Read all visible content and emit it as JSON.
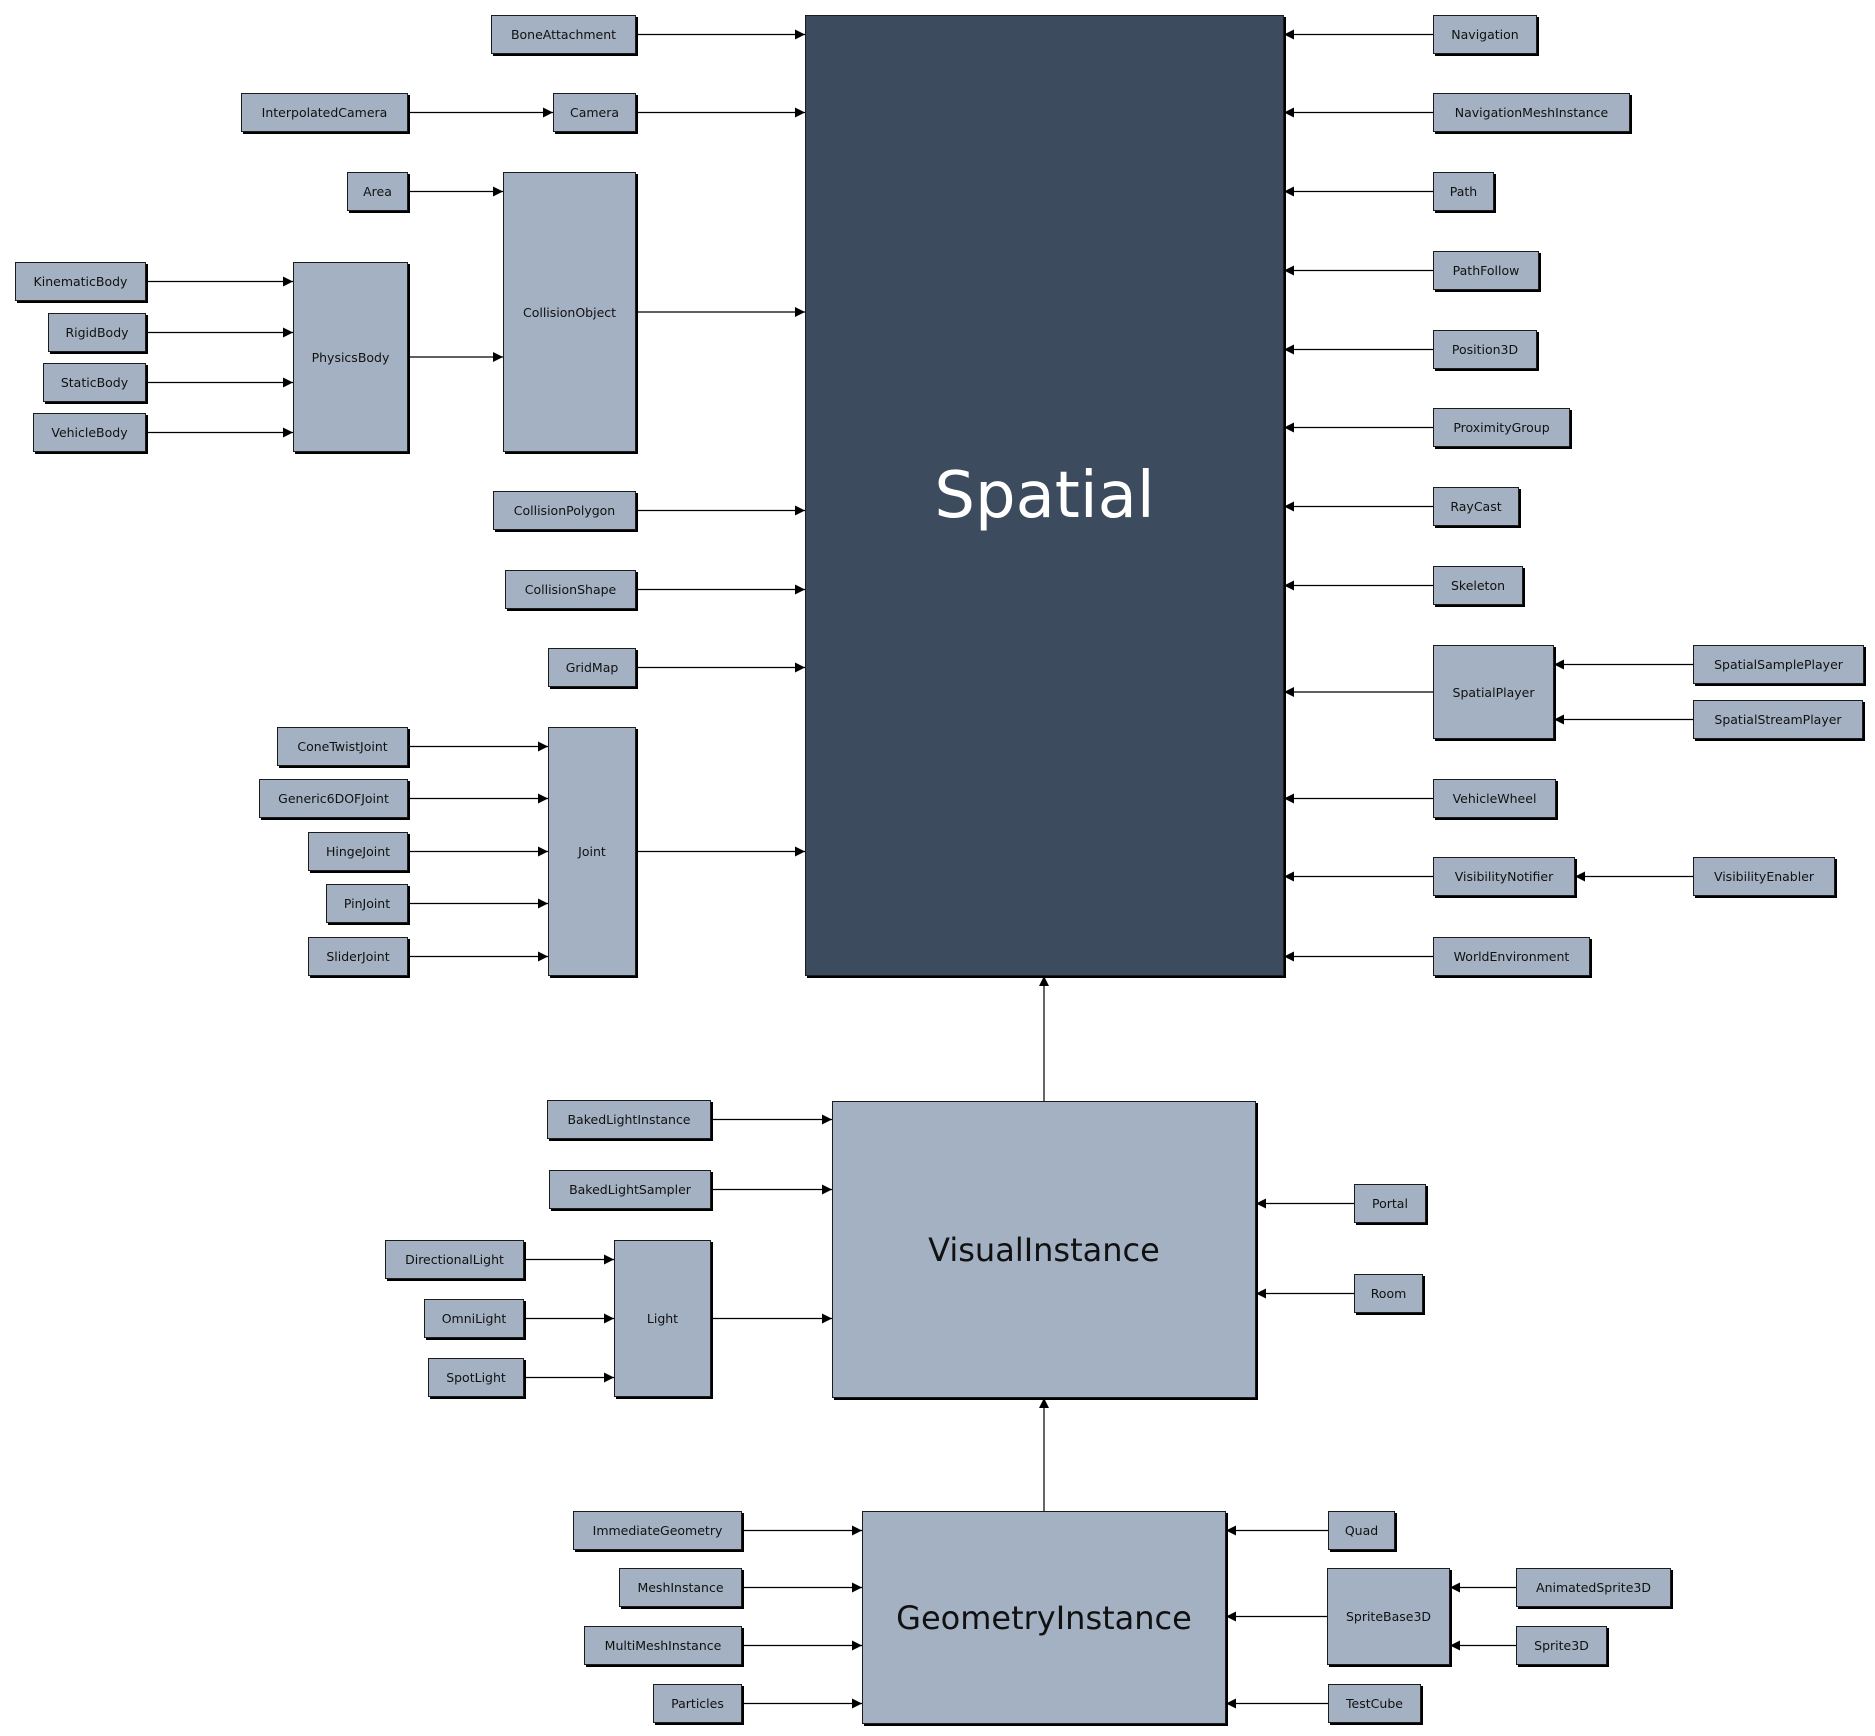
{
  "diagram": {
    "colors": {
      "node_fill": "#a3b1c2",
      "root_fill": "#3c4b5e",
      "border": "#1c1c1c",
      "edge": "#000000"
    },
    "nodes": {
      "spatial": "Spatial",
      "visual_instance": "VisualInstance",
      "geometry_instance": "GeometryInstance",
      "bone_attachment": "BoneAttachment",
      "interpolated_camera": "InterpolatedCamera",
      "camera": "Camera",
      "area": "Area",
      "collision_object": "CollisionObject",
      "kinematic_body": "KinematicBody",
      "rigid_body": "RigidBody",
      "static_body": "StaticBody",
      "vehicle_body": "VehicleBody",
      "physics_body": "PhysicsBody",
      "collision_polygon": "CollisionPolygon",
      "collision_shape": "CollisionShape",
      "grid_map": "GridMap",
      "cone_twist_joint": "ConeTwistJoint",
      "generic6dof_joint": "Generic6DOFJoint",
      "hinge_joint": "HingeJoint",
      "pin_joint": "PinJoint",
      "slider_joint": "SliderJoint",
      "joint": "Joint",
      "navigation": "Navigation",
      "navigation_mesh_instance": "NavigationMeshInstance",
      "path": "Path",
      "path_follow": "PathFollow",
      "position3d": "Position3D",
      "proximity_group": "ProximityGroup",
      "ray_cast": "RayCast",
      "skeleton": "Skeleton",
      "spatial_player": "SpatialPlayer",
      "spatial_sample_player": "SpatialSamplePlayer",
      "spatial_stream_player": "SpatialStreamPlayer",
      "vehicle_wheel": "VehicleWheel",
      "visibility_notifier": "VisibilityNotifier",
      "visibility_enabler": "VisibilityEnabler",
      "world_environment": "WorldEnvironment",
      "baked_light_instance": "BakedLightInstance",
      "baked_light_sampler": "BakedLightSampler",
      "directional_light": "DirectionalLight",
      "omni_light": "OmniLight",
      "spot_light": "SpotLight",
      "light": "Light",
      "portal": "Portal",
      "room": "Room",
      "immediate_geometry": "ImmediateGeometry",
      "mesh_instance": "MeshInstance",
      "multi_mesh_instance": "MultiMeshInstance",
      "particles": "Particles",
      "quad": "Quad",
      "sprite_base3d": "SpriteBase3D",
      "animated_sprite3d": "AnimatedSprite3D",
      "sprite3d": "Sprite3D",
      "test_cube": "TestCube"
    },
    "edges": [
      [
        "bone_attachment",
        "spatial"
      ],
      [
        "camera",
        "spatial"
      ],
      [
        "interpolated_camera",
        "camera"
      ],
      [
        "collision_object",
        "spatial"
      ],
      [
        "area",
        "collision_object"
      ],
      [
        "physics_body",
        "collision_object"
      ],
      [
        "kinematic_body",
        "physics_body"
      ],
      [
        "rigid_body",
        "physics_body"
      ],
      [
        "static_body",
        "physics_body"
      ],
      [
        "vehicle_body",
        "physics_body"
      ],
      [
        "collision_polygon",
        "spatial"
      ],
      [
        "collision_shape",
        "spatial"
      ],
      [
        "grid_map",
        "spatial"
      ],
      [
        "joint",
        "spatial"
      ],
      [
        "cone_twist_joint",
        "joint"
      ],
      [
        "generic6dof_joint",
        "joint"
      ],
      [
        "hinge_joint",
        "joint"
      ],
      [
        "pin_joint",
        "joint"
      ],
      [
        "slider_joint",
        "joint"
      ],
      [
        "navigation",
        "spatial"
      ],
      [
        "navigation_mesh_instance",
        "spatial"
      ],
      [
        "path",
        "spatial"
      ],
      [
        "path_follow",
        "spatial"
      ],
      [
        "position3d",
        "spatial"
      ],
      [
        "proximity_group",
        "spatial"
      ],
      [
        "ray_cast",
        "spatial"
      ],
      [
        "skeleton",
        "spatial"
      ],
      [
        "spatial_player",
        "spatial"
      ],
      [
        "spatial_sample_player",
        "spatial_player"
      ],
      [
        "spatial_stream_player",
        "spatial_player"
      ],
      [
        "vehicle_wheel",
        "spatial"
      ],
      [
        "visibility_notifier",
        "spatial"
      ],
      [
        "visibility_enabler",
        "visibility_notifier"
      ],
      [
        "world_environment",
        "spatial"
      ],
      [
        "visual_instance",
        "spatial"
      ],
      [
        "baked_light_instance",
        "visual_instance"
      ],
      [
        "baked_light_sampler",
        "visual_instance"
      ],
      [
        "light",
        "visual_instance"
      ],
      [
        "directional_light",
        "light"
      ],
      [
        "omni_light",
        "light"
      ],
      [
        "spot_light",
        "light"
      ],
      [
        "portal",
        "visual_instance"
      ],
      [
        "room",
        "visual_instance"
      ],
      [
        "geometry_instance",
        "visual_instance"
      ],
      [
        "immediate_geometry",
        "geometry_instance"
      ],
      [
        "mesh_instance",
        "geometry_instance"
      ],
      [
        "multi_mesh_instance",
        "geometry_instance"
      ],
      [
        "particles",
        "geometry_instance"
      ],
      [
        "quad",
        "geometry_instance"
      ],
      [
        "sprite_base3d",
        "geometry_instance"
      ],
      [
        "test_cube",
        "geometry_instance"
      ],
      [
        "animated_sprite3d",
        "sprite_base3d"
      ],
      [
        "sprite3d",
        "sprite_base3d"
      ]
    ]
  }
}
